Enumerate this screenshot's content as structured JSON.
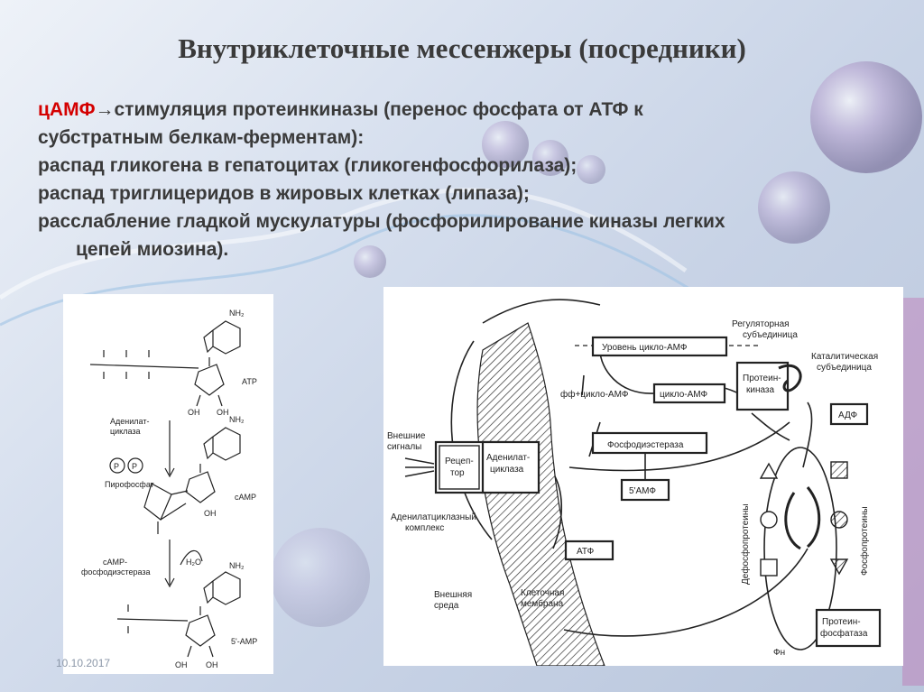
{
  "slide": {
    "title": "Внутриклеточные мессенжеры (посредники)",
    "body": {
      "camp_label": "цАМФ",
      "arrow": "→",
      "line1_rest": "стимуляция протеинкиназы (перенос фосфата от АТФ к",
      "line2": "субстратным белкам-ферментам):",
      "line3": "распад гликогена в гепатоцитах (гликогенфосфорилаза);",
      "line4": "распад триглицеридов в жировых клетках (липаза);",
      "line5": "расслабление гладкой мускулатуры (фосфорилирование киназы легких",
      "line6": "цепей миозина)."
    },
    "date": "10.10.2017"
  },
  "chem_panel": {
    "nh2": "NH₂",
    "atp": "ATP",
    "oh": "OH",
    "enzyme1_line1": "Аденилат-",
    "enzyme1_line2": "циклаза",
    "pyrophosphate": "Пирофосфат",
    "p": "P",
    "camp": "cAMP",
    "enzyme2_line1": "cAMP-",
    "enzyme2_line2": "фосфодиэстераза",
    "h2o": "H₂O",
    "amp5": "5'-AMP"
  },
  "scheme_panel": {
    "camp_level": "Уровень цикло-АМФ",
    "regulatory_line1": "Регуляторная",
    "regulatory_line2": "субъединица",
    "catalytic_line1": "Каталитическая",
    "catalytic_line2": "субъединица",
    "pp_camp": "фф+цикло-АМФ",
    "camp_box": "цикло-АМФ",
    "kinase_line1": "Протеин-",
    "kinase_line2": "киназа",
    "adp": "АДФ",
    "phosphodiesterase": "Фосфодиэстераза",
    "external_signals_line1": "Внешние",
    "external_signals_line2": "сигналы",
    "receptor_line1": "Рецеп-",
    "receptor_line2": "тор",
    "cyclase_line1": "Аденилат-",
    "cyclase_line2": "циклаза",
    "amp5": "5'АМФ",
    "complex_line1": "Аденилатциклазный",
    "complex_line2": "комплекс",
    "atp": "АТФ",
    "dephospho": "Дефосфопротеины",
    "phospho": "Фосфопротеины",
    "env_line1": "Внешняя",
    "env_line2": "среда",
    "membrane_line1": "Клеточная",
    "membrane_line2": "мембрана",
    "phosphatase_line1": "Протеин-",
    "phosphatase_line2": "фосфатаза",
    "fn": "Фн"
  }
}
